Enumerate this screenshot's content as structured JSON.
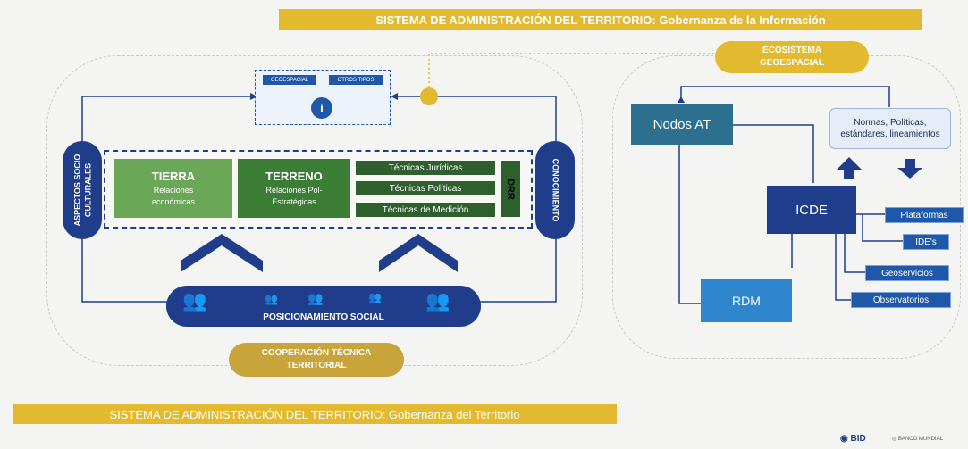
{
  "top_banner": "SISTEMA DE ADMINISTRACIÓN DEL TERRITORIO: Gobernanza de la Información",
  "bottom_banner": "SISTEMA DE ADMINISTRACIÓN DEL TERRITORIO: Gobernanza del Territorio",
  "left": {
    "info_tags": [
      "GEOESPACIAL",
      "OTROS TIPOS"
    ],
    "info_icon": "i",
    "left_pill": [
      "ASPECTOS SOCIO",
      "CULTURALES"
    ],
    "right_pill": "CONOCIMIENTO",
    "tierra": {
      "title": "TIERRA",
      "subtitle": "Relaciones económicas"
    },
    "terreno": {
      "title": "TERRENO",
      "subtitle": "Relaciones Pol-Estratégicas"
    },
    "tecnicas": [
      "Técnicas Jurídicas",
      "Técnicas Políticas",
      "Técnicas de Medición"
    ],
    "drr": "DRR",
    "posicionamiento": "POSICIONAMIENTO SOCIAL",
    "cooperacion": [
      "COOPERACIÓN TÉCNICA",
      "TERRITORIAL"
    ]
  },
  "right": {
    "ecosistema": [
      "ECOSISTEMA",
      "GEOESPACIAL"
    ],
    "nodos": "Nodos AT",
    "normas": "Normas, Políticas, estándares, lineamientos",
    "icde": "ICDE",
    "rdm": "RDM",
    "list": [
      "Plataformas",
      "IDE's",
      "Geoservicios",
      "Observatorios"
    ]
  },
  "logos": {
    "bid": "BID",
    "bank": "BANCO MUNDIAL"
  },
  "colors": {
    "gold": "#e2b92f",
    "navy": "#1f3d8a",
    "green_light": "#5fa24f",
    "green_dark": "#2f6b2f",
    "teal": "#2c6f8f"
  }
}
